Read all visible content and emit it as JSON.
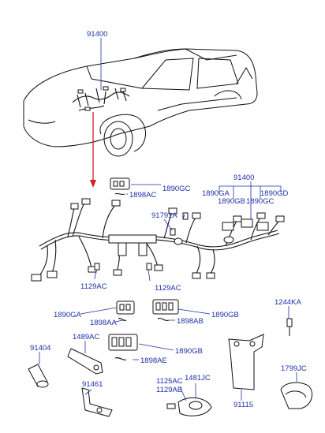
{
  "labels": {
    "top_harness": "91400",
    "harness_group": "91400",
    "c_1890GA": "1890GA",
    "c_1890GB": "1890GB",
    "c_1890GC": "1890GC",
    "c_1890GD": "1890GD",
    "c_1890GC_b": "1890GC",
    "c_1898AC": "1898AC",
    "c_91791A": "91791A",
    "c_1129AC_a": "1129AC",
    "c_1129AC_b": "1129AC",
    "c_1890GA_b": "1890GA",
    "c_1898AA": "1898AA",
    "c_1890GB_b": "1890GB",
    "c_1898AB": "1898AB",
    "c_1244KA": "1244KA",
    "c_91404": "91404",
    "c_1489AC": "1489AC",
    "c_1890GB_c": "1890GB",
    "c_1898AE": "1898AE",
    "c_1125AC": "1125AC",
    "c_1129AB": "1129AB",
    "c_1481JC": "1481JC",
    "c_91461": "91461",
    "c_91115": "91115",
    "c_1799JC": "1799JC"
  },
  "colors": {
    "label": "#1f2ea8",
    "line": "#111111",
    "arrow": "#d62020"
  }
}
